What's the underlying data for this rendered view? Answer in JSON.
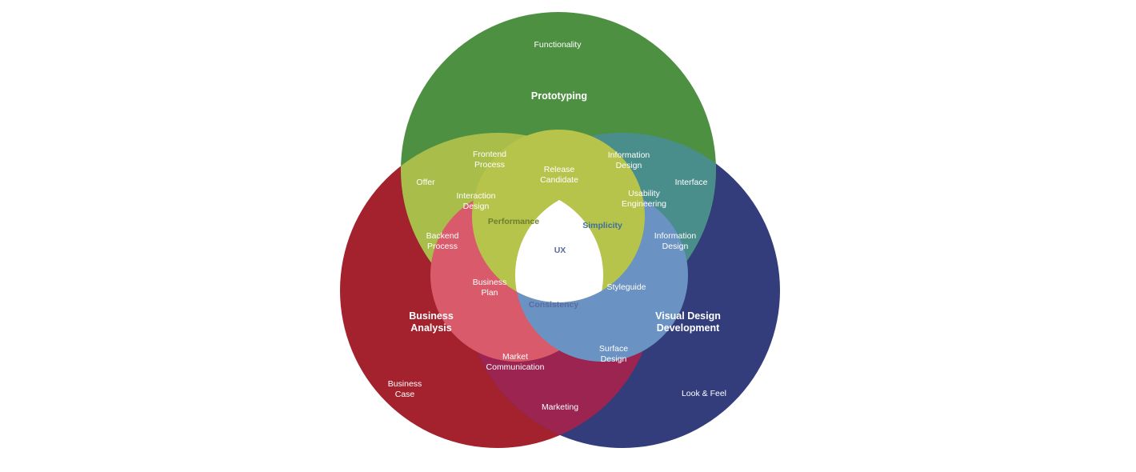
{
  "colors": {
    "green": "#4E9042",
    "red": "#A3222E",
    "blue": "#343D7C",
    "green_red": "#A9BD4A",
    "green_blue": "#4A8E8B",
    "red_blue": "#9B2450",
    "red_center_band": "#D95A6A",
    "blue_center_band": "#6A92C2",
    "green_center_band": "#B6C44C",
    "center": "#FFFFFF"
  },
  "circles": {
    "prototyping": {
      "label_lines": [
        "Prototyping"
      ]
    },
    "business_analysis": {
      "label_lines": [
        "Business",
        "Analysis"
      ]
    },
    "visual_design": {
      "label_lines": [
        "Visual Design",
        "Development"
      ]
    }
  },
  "regions": {
    "functionality": [
      "Functionality"
    ],
    "offer": [
      "Offer"
    ],
    "frontend_process": [
      "Frontend",
      "Process"
    ],
    "information_design_top": [
      "Information",
      "Design"
    ],
    "interface": [
      "Interface"
    ],
    "release_candidate": [
      "Release",
      "Candidate"
    ],
    "interaction_design": [
      "Interaction",
      "Design"
    ],
    "usability_engineering": [
      "Usability",
      "Engineering"
    ],
    "performance": [
      "Performance"
    ],
    "simplicity": [
      "Simplicity"
    ],
    "backend_process": [
      "Backend",
      "Process"
    ],
    "information_design_right": [
      "Information",
      "Design"
    ],
    "ux": [
      "UX"
    ],
    "business_plan": [
      "Business",
      "Plan"
    ],
    "styleguide": [
      "Styleguide"
    ],
    "consistency": [
      "Consistency"
    ],
    "market_communication": [
      "Market",
      "Communication"
    ],
    "surface_design": [
      "Surface",
      "Design"
    ],
    "business_case": [
      "Business",
      "Case"
    ],
    "look_and_feel": [
      "Look & Feel"
    ],
    "marketing": [
      "Marketing"
    ]
  }
}
